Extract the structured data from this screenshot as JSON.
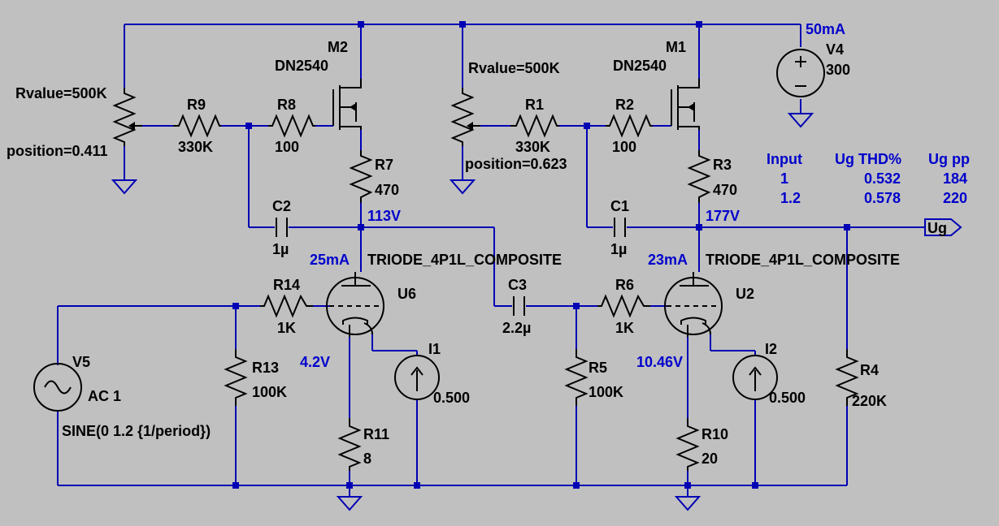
{
  "components": {
    "M2": {
      "ref": "M2",
      "model": "DN2540"
    },
    "M1": {
      "ref": "M1",
      "model": "DN2540"
    },
    "V4": {
      "ref": "V4",
      "value": "300",
      "current": "50mA"
    },
    "pot_left": {
      "rvalue": "Rvalue=500K",
      "position": "position=0.411"
    },
    "pot_mid": {
      "rvalue": "Rvalue=500K",
      "position": "position=0.623"
    },
    "R9": {
      "ref": "R9",
      "value": "330K"
    },
    "R8": {
      "ref": "R8",
      "value": "100"
    },
    "R1": {
      "ref": "R1",
      "value": "330K"
    },
    "R2": {
      "ref": "R2",
      "value": "100"
    },
    "R7": {
      "ref": "R7",
      "value": "470"
    },
    "R3": {
      "ref": "R3",
      "value": "470"
    },
    "C2": {
      "ref": "C2",
      "value": "1µ"
    },
    "C1": {
      "ref": "C1",
      "value": "1µ"
    },
    "C3": {
      "ref": "C3",
      "value": "2.2µ"
    },
    "R14": {
      "ref": "R14",
      "value": "1K"
    },
    "R6": {
      "ref": "R6",
      "value": "1K"
    },
    "U6": {
      "ref": "U6",
      "model": "TRIODE_4P1L_COMPOSITE",
      "current": "25mA",
      "anode_v": "113V",
      "cathode_v": "4.2V"
    },
    "U2": {
      "ref": "U2",
      "model": "TRIODE_4P1L_COMPOSITE",
      "current": "23mA",
      "anode_v": "177V",
      "cathode_v": "10.46V"
    },
    "I1": {
      "ref": "I1",
      "value": "0.500"
    },
    "I2": {
      "ref": "I2",
      "value": "0.500"
    },
    "R13": {
      "ref": "R13",
      "value": "100K"
    },
    "R5": {
      "ref": "R5",
      "value": "100K"
    },
    "R4": {
      "ref": "R4",
      "value": "220K"
    },
    "R11": {
      "ref": "R11",
      "value": "8"
    },
    "R10": {
      "ref": "R10",
      "value": "20"
    },
    "V5": {
      "ref": "V5",
      "value": "AC 1",
      "source": "SINE(0 1.2 {1/period})"
    }
  },
  "output_label": "Ug",
  "results_table": {
    "headers": [
      "Input",
      "Ug THD%",
      "Ug pp"
    ],
    "rows": [
      [
        "1",
        "0.532",
        "184"
      ],
      [
        "1.2",
        "0.578",
        "220"
      ]
    ]
  },
  "colors": {
    "background": "#c0c0c0",
    "wire": "#0000b4",
    "annotation": "#0000cc",
    "component": "#000000"
  }
}
